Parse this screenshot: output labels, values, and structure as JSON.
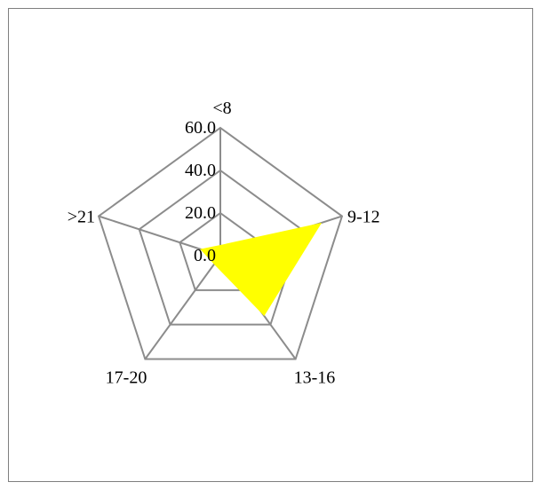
{
  "chart_data": {
    "type": "radar",
    "categories": [
      "<8",
      "9-12",
      "13-16",
      "17-20",
      ">21"
    ],
    "series": [
      {
        "values": [
          5.0,
          50.0,
          35.0,
          5.0,
          10.0
        ],
        "color": "#ffff00"
      }
    ],
    "rlim": [
      0,
      60
    ],
    "ticks": [
      0.0,
      20.0,
      40.0,
      60.0
    ],
    "tick_labels": [
      "0.0",
      "20.0",
      "40.0",
      "60.0"
    ],
    "grid": true,
    "legend": false,
    "grid_color": "#8c8c8c",
    "border_color": "#7f7f7f"
  }
}
